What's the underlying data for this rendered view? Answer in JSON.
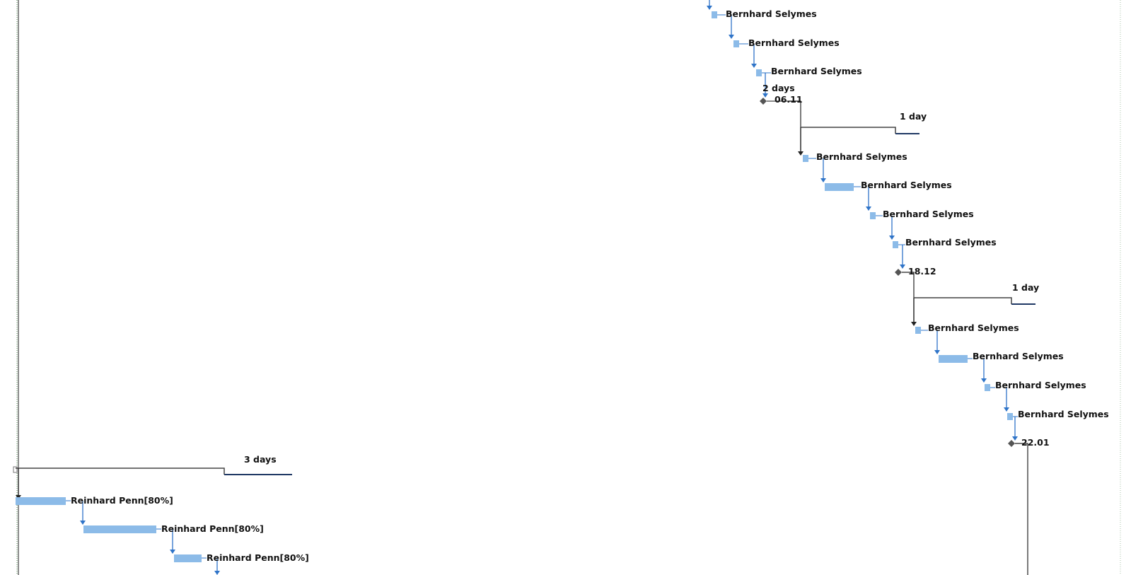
{
  "colors": {
    "task_bar": "#8cbbe8",
    "link": "#2f74c8",
    "summary": "#444444",
    "summary_tail": "#1f3864",
    "milestone": "#555555",
    "gridline": "#4f8a4f",
    "text": "#111111"
  },
  "tasks": [
    {
      "id": "t1",
      "resource": "Bernhard Selymes"
    },
    {
      "id": "t2",
      "resource": "Bernhard Selymes"
    },
    {
      "id": "t3",
      "resource": "Bernhard Selymes"
    },
    {
      "id": "m1",
      "milestone_date": "06.11",
      "duration": "2 days"
    },
    {
      "id": "s1",
      "summary_duration": "1 day"
    },
    {
      "id": "t4",
      "resource": "Bernhard Selymes"
    },
    {
      "id": "t5",
      "resource": "Bernhard Selymes"
    },
    {
      "id": "t6",
      "resource": "Bernhard Selymes"
    },
    {
      "id": "t7",
      "resource": "Bernhard Selymes"
    },
    {
      "id": "m2",
      "milestone_date": "18.12"
    },
    {
      "id": "s2",
      "summary_duration": "1 day"
    },
    {
      "id": "t8",
      "resource": "Bernhard Selymes"
    },
    {
      "id": "t9",
      "resource": "Bernhard Selymes"
    },
    {
      "id": "t10",
      "resource": "Bernhard Selymes"
    },
    {
      "id": "t11",
      "resource": "Bernhard Selymes"
    },
    {
      "id": "m3",
      "milestone_date": "22.01"
    },
    {
      "id": "s3",
      "summary_duration": "3 days"
    },
    {
      "id": "t12",
      "resource": "Reinhard Penn[80%]"
    },
    {
      "id": "t13",
      "resource": "Reinhard Penn[80%]"
    },
    {
      "id": "t14",
      "resource": "Reinhard Penn[80%]"
    }
  ]
}
